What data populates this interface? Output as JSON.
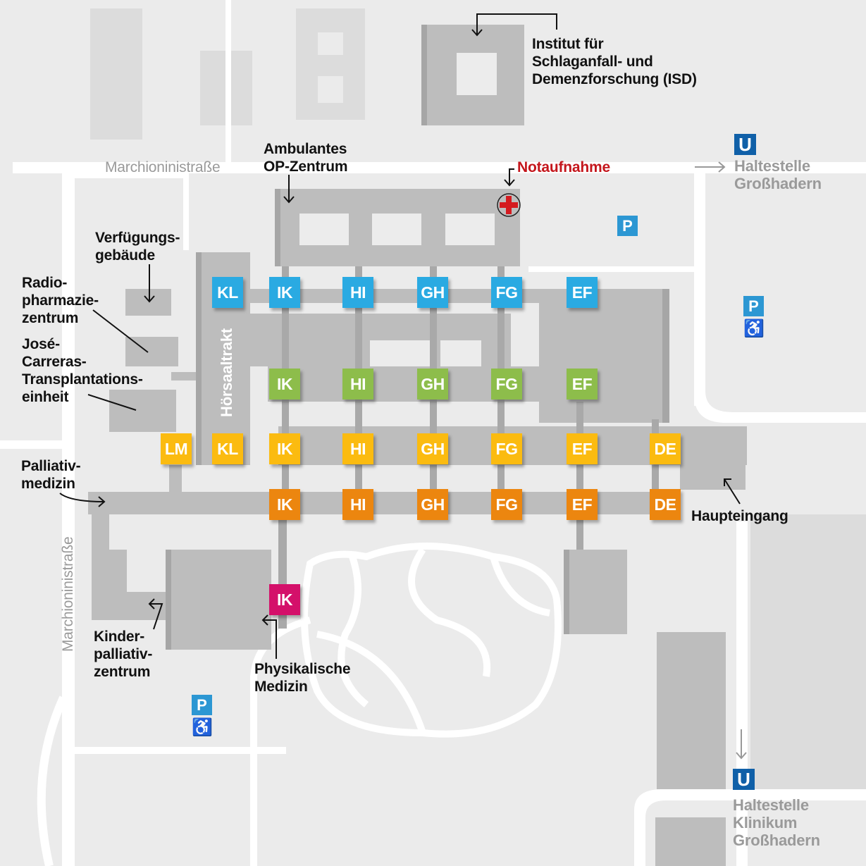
{
  "colors": {
    "blue": "#2aaae2",
    "green": "#8dbd4b",
    "yellow": "#fbbb10",
    "orange": "#ec860f",
    "magenta": "#d4106a",
    "ubahn": "#1060a8",
    "parking": "#2c97d3",
    "red": "#c4161c"
  },
  "streets": {
    "top": "Marchioninistraße",
    "left": "Marchioninistraße"
  },
  "labels": {
    "isd": "Institut für\nSchlaganfall- und\nDemenzforschung (ISD)",
    "op": "Ambulantes\nOP-Zentrum",
    "notaufnahme": "Notaufnahme",
    "verfuegung": "Verfügungs-\ngebäude",
    "radio": "Radio-\npharmazie-\nzentrum",
    "jose": "José-\nCarreras-\nTransplantations-\neinheit",
    "hoersaal": "Hörsaaltrakt",
    "palliativ": "Palliativ-\nmedizin",
    "haupteingang": "Haupteingang",
    "kinder": "Kinder-\npalliativ-\nzentrum",
    "physikalisch": "Physikalische\nMedizin"
  },
  "transit": {
    "u_symbol": "U",
    "stop1": "Haltestelle\nGroßhadern",
    "stop2": "Haltestelle\nKlinikum\nGroßhadern",
    "parking_symbol": "P",
    "wheelchair": "♿"
  },
  "badges": [
    {
      "row": "blue",
      "codes": [
        "KL",
        "IK",
        "HI",
        "GH",
        "FG",
        "EF"
      ]
    },
    {
      "row": "green",
      "codes": [
        "IK",
        "HI",
        "GH",
        "FG",
        "EF"
      ]
    },
    {
      "row": "yellow",
      "codes": [
        "LM",
        "KL",
        "IK",
        "HI",
        "GH",
        "FG",
        "EF",
        "DE"
      ]
    },
    {
      "row": "orange",
      "codes": [
        "IK",
        "HI",
        "GH",
        "FG",
        "EF",
        "DE"
      ]
    },
    {
      "row": "magenta",
      "codes": [
        "IK"
      ]
    }
  ]
}
